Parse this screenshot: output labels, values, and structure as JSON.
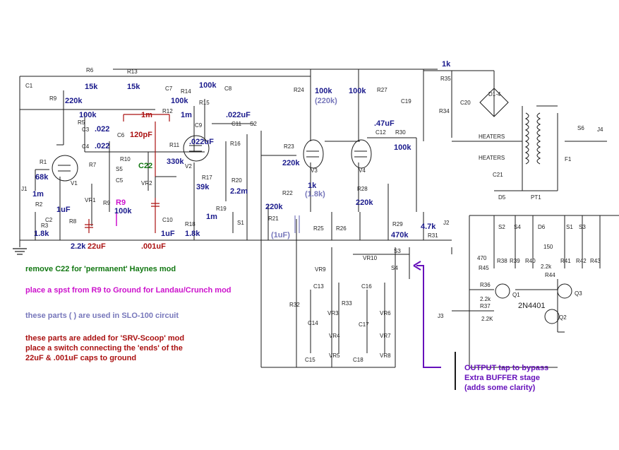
{
  "colors": {
    "wire": "#1a1a1a",
    "value_blue": "#1a1a8c",
    "slo_purple": "#7777bb",
    "mod_red": "#aa1111",
    "haynes_green": "#117711",
    "landau_magenta": "#cc11cc",
    "buffer_violet": "#6611bb"
  },
  "components": {
    "c1": "C1",
    "r9a": "R9",
    "r6": "R6",
    "r13": "R13",
    "c7": "C7",
    "r14": "R14",
    "r15": "R15",
    "c8": "C8",
    "r5": "R5",
    "c3": "C3",
    "c4": "C4",
    "r12": "R12",
    "c6": "C6",
    "r10": "R10",
    "r7": "R7",
    "s5": "S5",
    "c5": "C5",
    "r1": "R1",
    "v1": "V1",
    "j1": "J1",
    "r2": "R2",
    "c2": "C2",
    "r3": "R3",
    "r8": "R8",
    "vr1": "VR1",
    "r9b": "R9",
    "vr2": "VR2",
    "r11": "R11",
    "v2": "V2",
    "c9": "C9",
    "c11": "C11",
    "s2": "S2",
    "r16": "R16",
    "r17": "R17",
    "r20": "R20",
    "r18": "R18",
    "c10": "C10",
    "r19": "R19",
    "s1": "S1",
    "r21": "R21",
    "r24": "R24",
    "r27": "R27",
    "r23": "R23",
    "v3": "V3",
    "v4": "V4",
    "c12": "C12",
    "r30": "R30",
    "r22": "R22",
    "r28": "R28",
    "r25": "R25",
    "r26": "R26",
    "r29": "R29",
    "r31": "R31",
    "j2": "J2",
    "vr10": "VR10",
    "s3": "S3",
    "s4": "S4",
    "vr9": "VR9",
    "c13": "C13",
    "c16": "C16",
    "r32": "R32",
    "vr3": "VR3",
    "vr6": "VR6",
    "c14": "C14",
    "c17": "C17",
    "vr4": "VR4",
    "vr7": "VR7",
    "r33": "R33",
    "vr5": "VR5",
    "vr8": "VR8",
    "c15": "C15",
    "c18": "C18",
    "r35": "R35",
    "c19": "C19",
    "c20": "C20",
    "r34": "R34",
    "d1_4": "D1-4",
    "heaters1": "HEATERS",
    "heaters2": "HEATERS",
    "c21": "C21",
    "d5": "D5",
    "pt1": "PT1",
    "f1": "F1",
    "s6": "S6",
    "j4": "J4",
    "s2b": "S2",
    "s4b": "S4",
    "d6": "D6",
    "s1b": "S1",
    "s3b": "S3",
    "r38": "R38",
    "r39": "R39",
    "r40": "R40",
    "r41": "R41",
    "r42": "R42",
    "r43": "R43",
    "r45": "R45",
    "r36": "R36",
    "r37": "R37",
    "r44": "R44",
    "q1": "Q1",
    "q2": "Q2",
    "q3": "Q3",
    "j3": "J3",
    "transistor": "2N4401"
  },
  "values": {
    "r6": "15k",
    "r13": "15k",
    "r9a": "220k",
    "r14": "100k",
    "r15": "100k",
    "r5": "100k",
    "c3": ".022",
    "c4": ".022",
    "r12a": "1m",
    "r12b": "1m",
    "c6": "120pF",
    "c22": "C22",
    "r1": "68k",
    "r2": "1m",
    "c2": "1uF",
    "r3": "1.8k",
    "r8": "2.2k",
    "c_22uf": "22uF",
    "r9b": "R9",
    "r9b_val": "100k",
    "c_001": ".001uF",
    "r11": "330k",
    "c9": ".022uF",
    "c11": ".022uF",
    "r17": "39k",
    "r20": "2.2m",
    "c10": "1uF",
    "r18": "1.8k",
    "r19": "1m",
    "r21": "220k",
    "c_1uf_slo": "(1uF)",
    "r24": "100k",
    "r24_slo": "(220k)",
    "r27": "100k",
    "c12": ".47uF",
    "r30": "100k",
    "r23": "220k",
    "r22": "1k",
    "r22_slo": "(1.8k)",
    "r28": "220k",
    "r29": "470k",
    "r31": "4.7k",
    "r35": "1k",
    "r45_hw": "470",
    "r_150_hw": "150",
    "r44_hw": "2.2k",
    "r36_hw": "2.2k",
    "r37_hw": "2.2K"
  },
  "notes": {
    "haynes": "remove C22 for 'permanent' Haynes mod",
    "landau": "place a spst from R9 to Ground for Landau/Crunch mod",
    "slo": "these parts (  ) are used in SLO-100 circuit",
    "srv1": "these parts are added for 'SRV-Scoop' mod",
    "srv2": "place a switch connecting the 'ends' of the",
    "srv3": "22uF & .001uF caps to ground",
    "buffer1": "OUTPUT tap to bypass",
    "buffer2": "Extra BUFFER stage",
    "buffer3": "(adds some clarity)"
  }
}
